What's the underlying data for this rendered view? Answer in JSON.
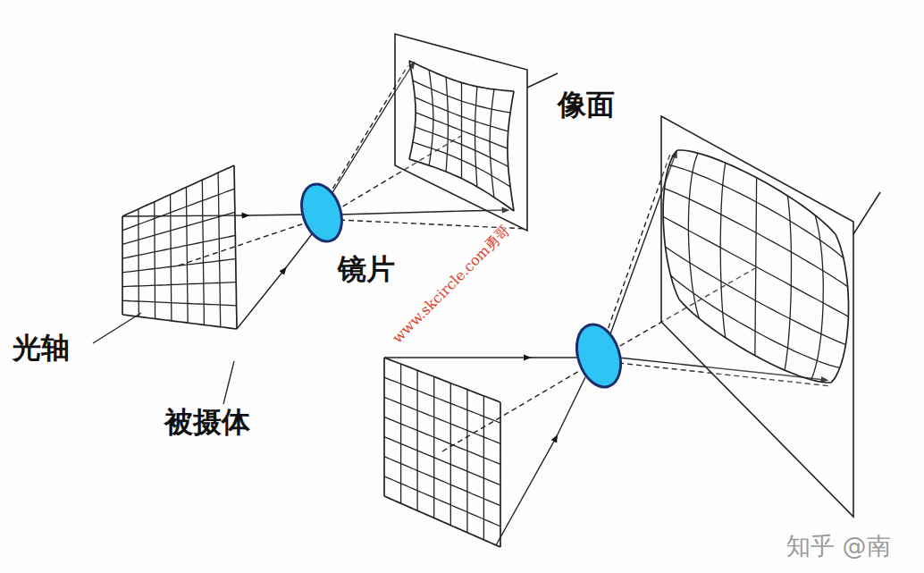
{
  "diagram": {
    "labels": [
      "像面",
      "镜片",
      "光轴",
      "被摄体",
      "www.skcircle.com勇哥",
      "知乎 @南"
    ]
  }
}
